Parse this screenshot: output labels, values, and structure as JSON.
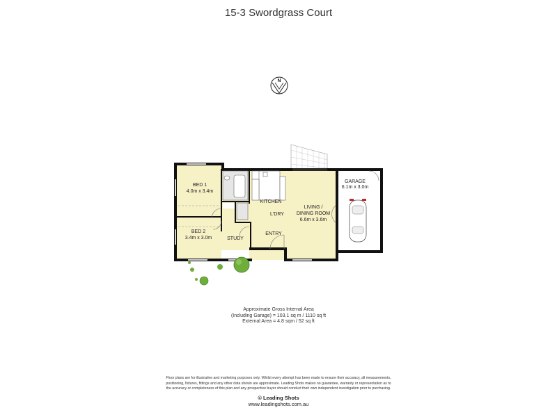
{
  "title": "15-3 Swordgrass Court",
  "compass": {
    "letter": "N",
    "icon": "north-arrow-icon"
  },
  "rooms": {
    "bed1": {
      "name": "BED 1",
      "size": "4.0m x 3.4m"
    },
    "bed2": {
      "name": "BED 2",
      "size": "3.4m x 3.0m"
    },
    "study": {
      "name": "STUDY"
    },
    "kitchen": {
      "name": "KITCHEN"
    },
    "laundry": {
      "name": "L'DRY"
    },
    "entry": {
      "name": "ENTRY"
    },
    "living": {
      "name": "LIVING /",
      "name2": "DINING ROOM",
      "size": "6.6m x 3.6m"
    },
    "garage": {
      "name": "GARAGE",
      "size": "6.1m x 3.0m"
    }
  },
  "areas": {
    "line1": "Approximate Gross Internal Area",
    "line2": "(Including Garage) = 103.1 sq m / 1110 sq ft",
    "line3": "External Area = 4.8 sqm / 52 sq ft"
  },
  "disclaimer": {
    "line1": "Floor plans are for illustrative and marketing purposes only. Whilst every attempt has been made to ensure their accuracy, all measurements,",
    "line2": "positioning, fixtures, fittings and any other data shown are approximate. Leading Shots makes no guarantee, warranty or representation as to",
    "line3": "the accuracy or completeness of this plan and any prospective buyer should conduct their own independent investigation prior to purchasing."
  },
  "brand": {
    "name": "© Leading Shots",
    "url": "www.leadingshots.com.au"
  },
  "colors": {
    "floor": "#f7f1c6",
    "wall": "#111111",
    "tree": "#6fae3c",
    "car_accent": "#c0282c"
  }
}
